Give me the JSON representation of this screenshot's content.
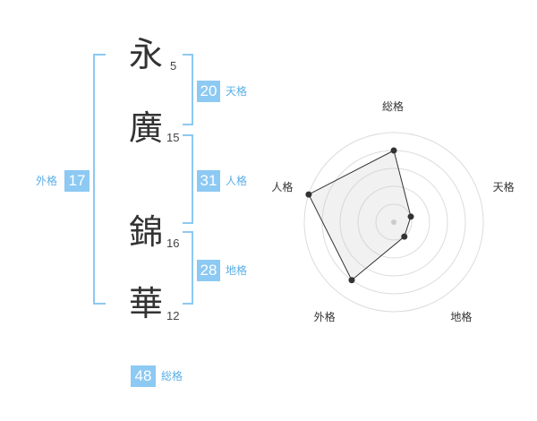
{
  "name": {
    "chars": [
      {
        "char": "永",
        "strokes": "5"
      },
      {
        "char": "廣",
        "strokes": "15"
      },
      {
        "char": "錦",
        "strokes": "16"
      },
      {
        "char": "華",
        "strokes": "12"
      }
    ]
  },
  "kakusu": {
    "tenkaku": {
      "value": "20",
      "label": "天格"
    },
    "jinkaku": {
      "value": "31",
      "label": "人格"
    },
    "chikaku": {
      "value": "28",
      "label": "地格"
    },
    "gaikaku": {
      "value": "17",
      "label": "外格"
    },
    "soukaku": {
      "value": "48",
      "label": "総格"
    }
  },
  "colors": {
    "accent": "#8cc9f3",
    "label": "#5aaee6",
    "polygon": "#333333"
  },
  "chart_data": {
    "type": "radar",
    "axes": [
      "総格",
      "天格",
      "地格",
      "外格",
      "人格"
    ],
    "values": [
      4,
      1,
      1,
      4,
      5
    ],
    "max": 5,
    "rings": 5
  }
}
